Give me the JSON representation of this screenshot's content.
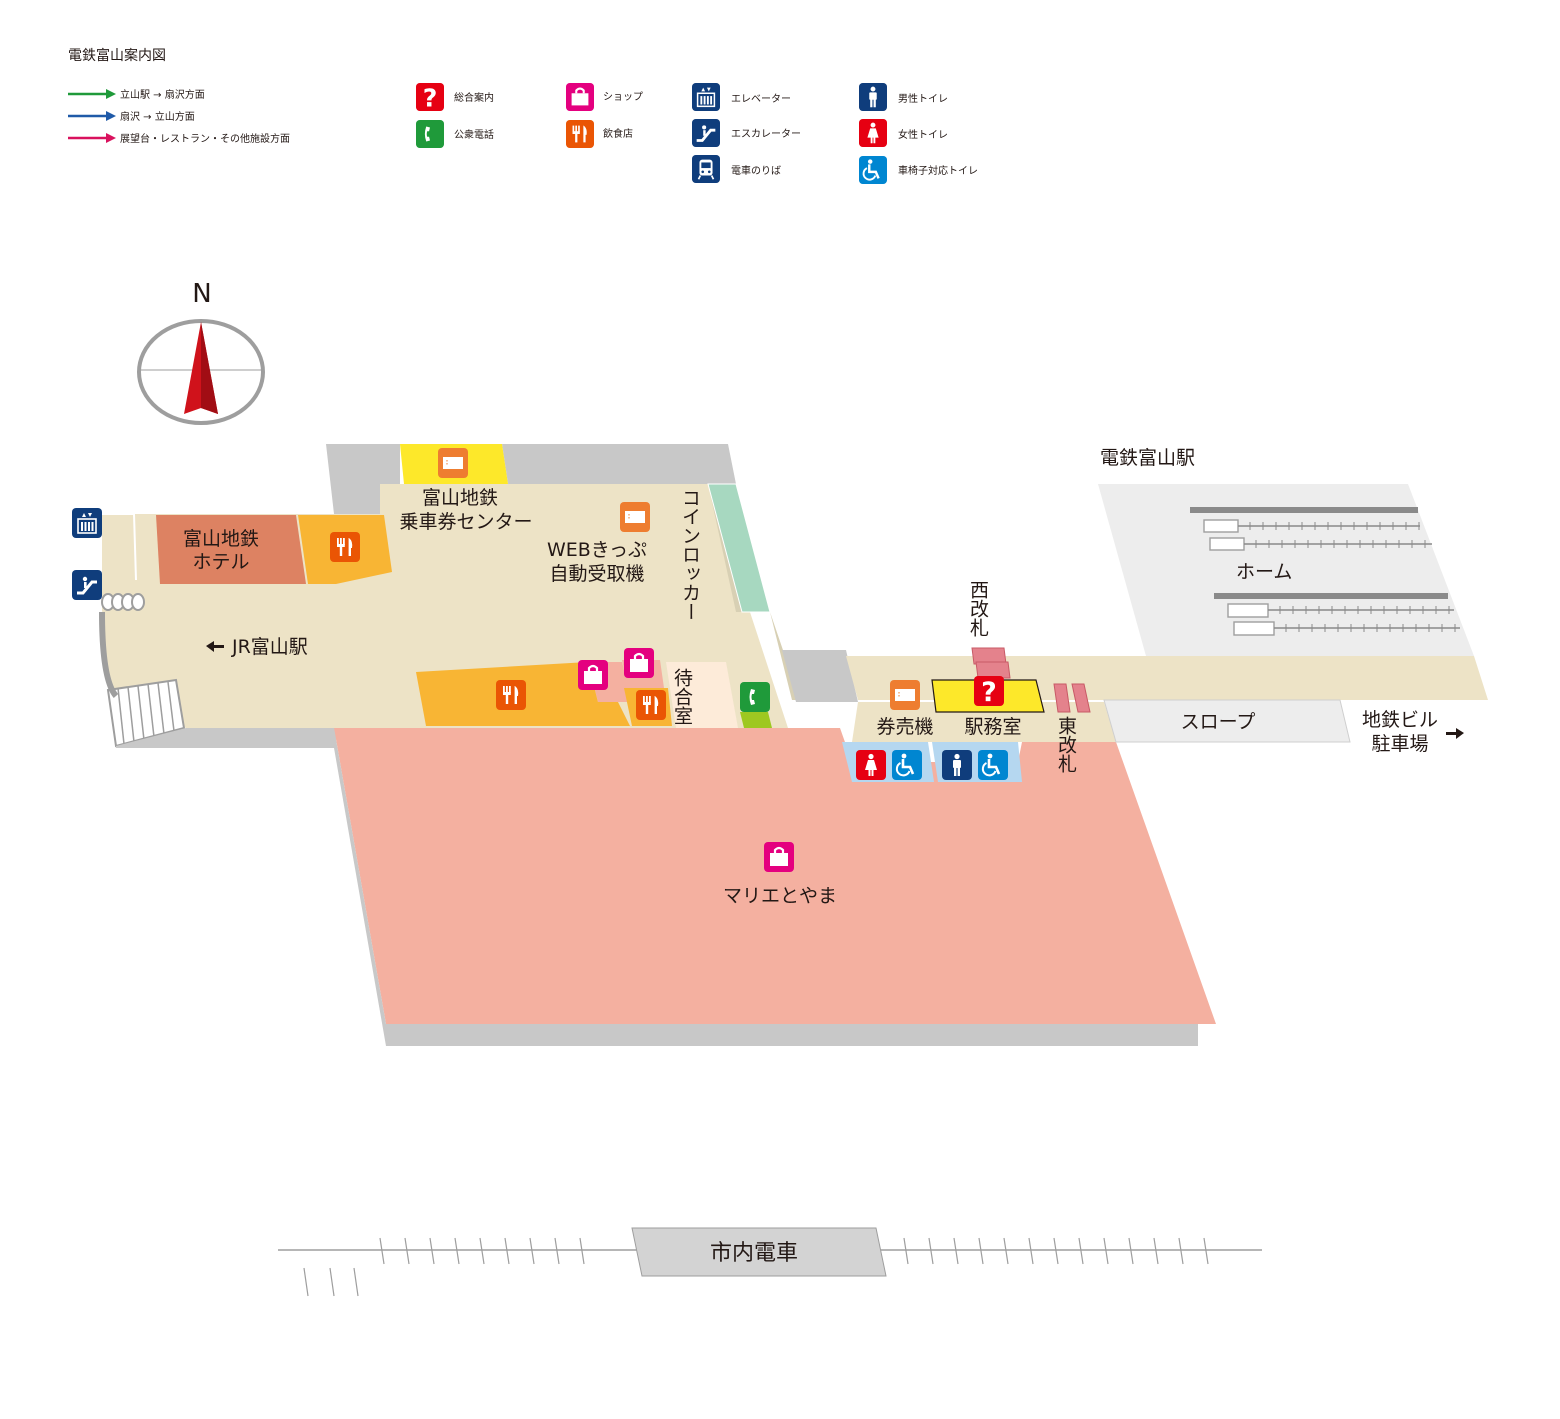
{
  "title": "電鉄富山案内図",
  "legend": {
    "routes": [
      {
        "label": "立山駅 → 扇沢方面",
        "color": "#1f9a3a"
      },
      {
        "label": "扇沢 → 立山方面",
        "color": "#1f5aa8"
      },
      {
        "label": "展望台・レストラン・その他施設方面",
        "color": "#d9125e"
      }
    ],
    "facilities": [
      {
        "icon": "information-icon",
        "label": "総合案内",
        "color": "#e60012"
      },
      {
        "icon": "public-phone-icon",
        "label": "公衆電話",
        "color": "#1f9a3a"
      },
      {
        "icon": "shop-icon",
        "label": "ショップ",
        "color": "#e4007f"
      },
      {
        "icon": "restaurant-icon",
        "label": "飲食店",
        "color": "#ea5504"
      },
      {
        "icon": "elevator-icon",
        "label": "エレベーター",
        "color": "#0f3d7c"
      },
      {
        "icon": "escalator-icon",
        "label": "エスカレーター",
        "color": "#0f3d7c"
      },
      {
        "icon": "train-platform-icon",
        "label": "電車のりば",
        "color": "#0f3d7c"
      },
      {
        "icon": "mens-toilet-icon",
        "label": "男性トイレ",
        "color": "#0f3d7c"
      },
      {
        "icon": "womens-toilet-icon",
        "label": "女性トイレ",
        "color": "#e60012"
      },
      {
        "icon": "wheelchair-toilet-icon",
        "label": "車椅子対応トイレ",
        "color": "#0086d1"
      }
    ]
  },
  "compass": {
    "north": "N"
  },
  "places": {
    "station": "電鉄富山駅",
    "platform": "ホーム",
    "west_gate": "西改札",
    "east_gate": "東改札",
    "ticket_machine": "券売機",
    "station_office": "駅務室",
    "slope": "スロープ",
    "parking_line1": "地鉄ビル",
    "parking_line2": "駐車場",
    "hotel_line1": "富山地鉄",
    "hotel_line2": "ホテル",
    "ticket_center_line1": "富山地鉄",
    "ticket_center_line2": "乗車券センター",
    "web_ticket_line1": "WEBきっぷ",
    "web_ticket_line2": "自動受取機",
    "coin_locker": "コインロッカー",
    "jr_station": "JR富山駅",
    "waiting_room": "待合室",
    "marie_toyama": "マリエとやま",
    "city_tram": "市内電車"
  },
  "colors": {
    "concourse": "#ede3c6",
    "restaurant_area": "#f8b534",
    "hotel": "#dd8262",
    "locker": "#a7d8c0",
    "mall": "#f4b0a0",
    "ticket_center": "#fde82a",
    "structure": "#c8c8c8",
    "toilet_area": "#b5d7f0",
    "gate": "#e4828c"
  }
}
